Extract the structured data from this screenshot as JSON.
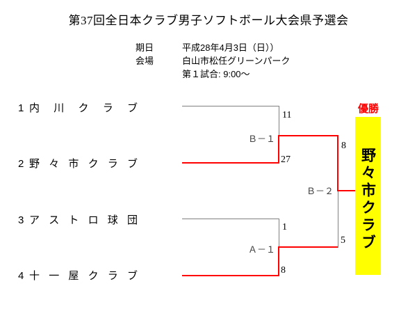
{
  "title": "第37回全日本クラブ男子ソフトボール大会県予選会",
  "info": {
    "rows": [
      {
        "label": "期日",
        "value": "平成28年4月3日（日））"
      },
      {
        "label": "会場",
        "value": "白山市松任グリーンパーク"
      },
      {
        "label": "",
        "value": "第１試合: 9:00～"
      }
    ]
  },
  "bracket": {
    "teams": [
      {
        "seed": "1",
        "name": "内川クラブ"
      },
      {
        "seed": "2",
        "name": "野々市クラブ"
      },
      {
        "seed": "3",
        "name": "アストロ球団"
      },
      {
        "seed": "4",
        "name": "十一屋クラブ"
      }
    ],
    "matches": {
      "b1": {
        "label": "Ｂ－１",
        "score_top": "11",
        "score_bottom": "27",
        "winner": "野々市クラブ",
        "winner_score": "8"
      },
      "a1": {
        "label": "Ａ－１",
        "score_top": "1",
        "score_bottom": "8",
        "winner": "十一屋クラブ",
        "winner_score": "5"
      },
      "final": {
        "label": "Ｂ－２",
        "winner": "野々市クラブ"
      }
    }
  },
  "champion": {
    "label": "優勝",
    "name": "野々市クラブ"
  },
  "colors": {
    "winner_path": "#ff0000",
    "bracket_line": "#7f7f7f",
    "champion_highlight": "#ffff00",
    "champion_label_text": "#ff0000"
  }
}
